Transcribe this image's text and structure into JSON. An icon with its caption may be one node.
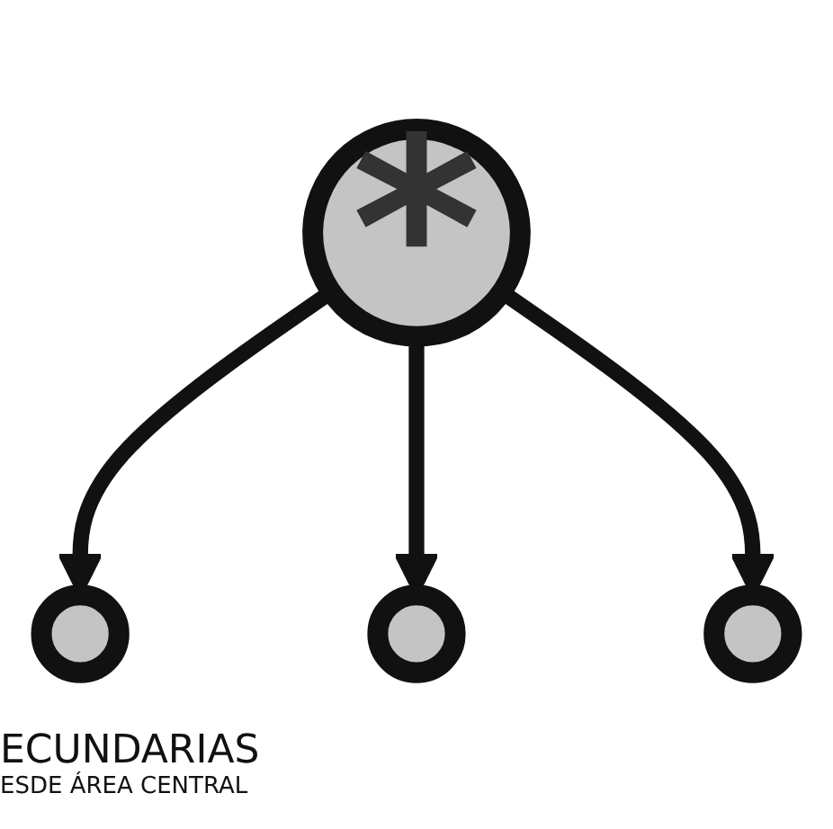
{
  "diagram": {
    "nodes": [
      {
        "text": [
          "*"
        ]
      },
      {
        "text": [],
        "shape": "circle"
      },
      {
        "text": [],
        "shape": "circle"
      },
      {
        "text": [],
        "shape": "circle"
      }
    ],
    "edges": [
      {
        "from": 0,
        "to": 1,
        "arrow": "to"
      },
      {
        "from": 0,
        "to": 2,
        "arrow": "to"
      },
      {
        "from": 0,
        "to": 3,
        "arrow": "to"
      }
    ],
    "labels": [
      "ECUNDARIAS",
      "ESDE ÁREA CENTRAL"
    ]
  }
}
